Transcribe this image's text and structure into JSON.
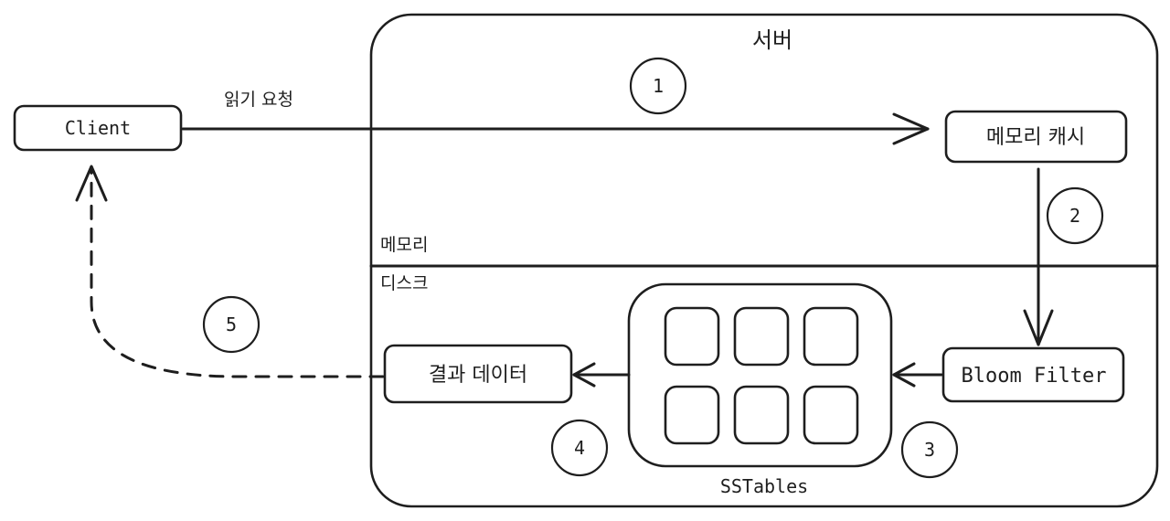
{
  "server": {
    "title": "서버"
  },
  "zones": {
    "memory": "메모리",
    "disk": "디스크"
  },
  "client": {
    "label": "Client"
  },
  "request": {
    "label": "읽기 요청"
  },
  "nodes": {
    "memory_cache": "메모리 캐시",
    "bloom_filter": "Bloom Filter",
    "result_data": "결과 데이터",
    "sstables": "SSTables"
  },
  "steps": [
    "1",
    "2",
    "3",
    "4",
    "5"
  ]
}
